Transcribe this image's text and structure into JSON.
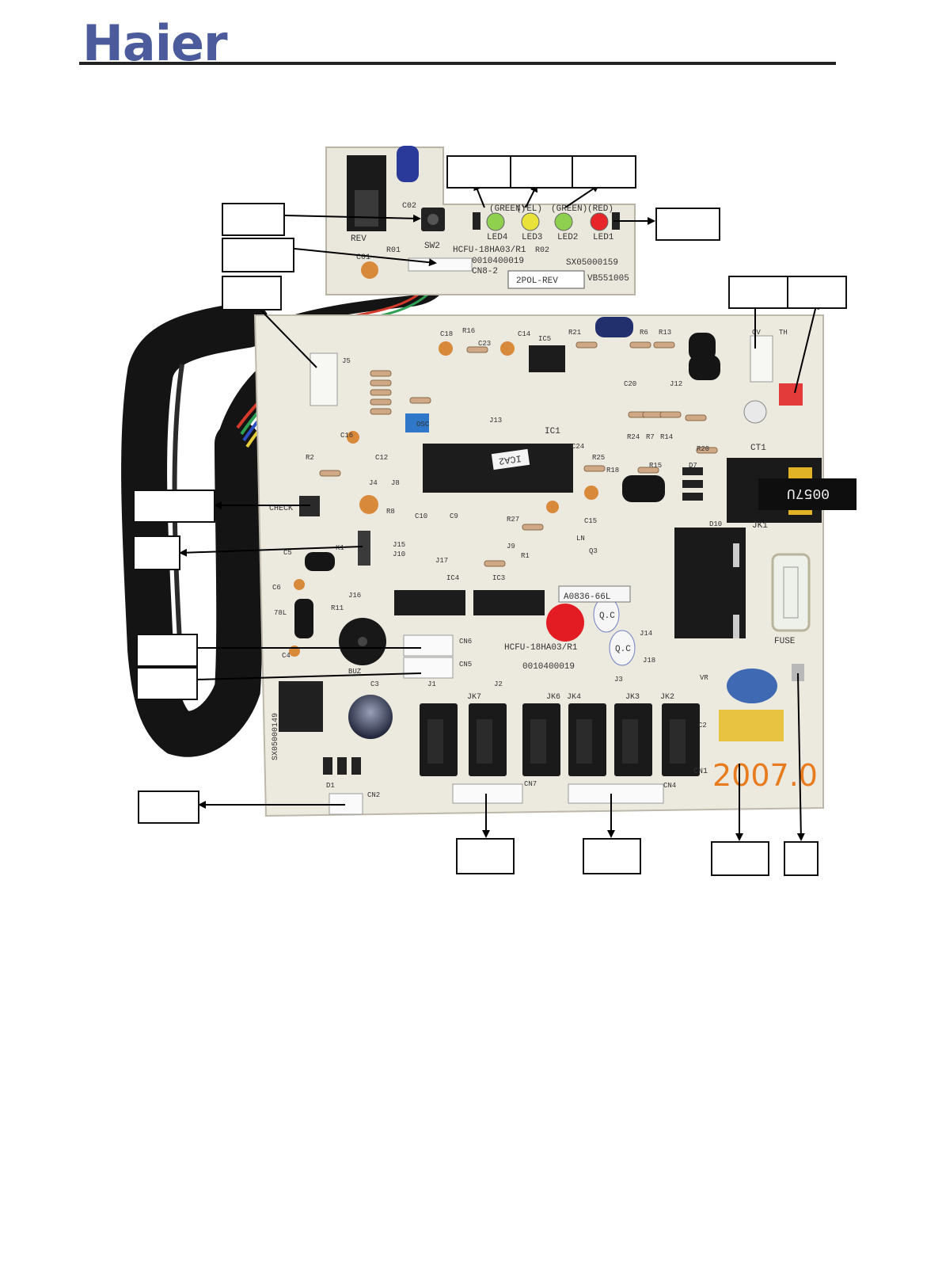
{
  "header": {
    "logo_text": "Haier"
  },
  "board": {
    "display": {
      "led_labels": [
        "(GREEN)",
        "(YEL)",
        "(GREEN)",
        "(RED)"
      ],
      "led_refs": [
        "LED4",
        "LED3",
        "LED2",
        "LED1"
      ],
      "led_colors": [
        "#8fd14f",
        "#e8e23a",
        "#8fd14f",
        "#e8262a"
      ],
      "part_no": "HCFU-18HA03/R1",
      "code": "0010400019",
      "conn": "CN8-2",
      "code2": "SX05000159",
      "code3": "VB551005",
      "label": "2POL-REV",
      "rev": "REV",
      "sw": "SW2",
      "r01": "R01",
      "r02": "R02",
      "c01": "C01",
      "c02": "C02"
    },
    "main": {
      "ic1": "IC1",
      "ic_sticker": "ICA2",
      "part_no": "HCFU-18HA03/R1",
      "code": "0010400019",
      "code_left": "SX05000149",
      "model_sticker": "A0836-66L",
      "qc": "Q.C",
      "ct": "CT1",
      "ct_code": "0057U",
      "jk1": "JK1",
      "fuse": "FUSE",
      "cn1": "CN1",
      "date_stamp": "2007.0",
      "jk_relays": [
        "JK7",
        "JK6",
        "JK4",
        "JK3",
        "JK2"
      ],
      "silk_refs": [
        "J5",
        "R16",
        "C18",
        "C23",
        "C14",
        "IC5",
        "R21",
        "R6",
        "R13",
        "J13",
        "C24",
        "R25",
        "R18",
        "R15",
        "D7",
        "J12",
        "C20",
        "R24",
        "R7",
        "R14",
        "R20",
        "C16",
        "R2",
        "OSC",
        "C12",
        "J4",
        "J8",
        "R8",
        "C10",
        "C9",
        "R27",
        "C15",
        "Q3",
        "LN",
        "J15",
        "J10",
        "J17",
        "IC4",
        "IC3",
        "J9",
        "R1",
        "K1",
        "C5",
        "C6",
        "78L",
        "R11",
        "J16",
        "C4",
        "BUZ",
        "CN6",
        "CN5",
        "J1",
        "J2",
        "J3",
        "CN7",
        "CN4",
        "CN2",
        "D1",
        "C3",
        "VR",
        "C2",
        "J14",
        "J18",
        "D10",
        "CV",
        "TH"
      ],
      "check_label": "CHECK"
    }
  }
}
